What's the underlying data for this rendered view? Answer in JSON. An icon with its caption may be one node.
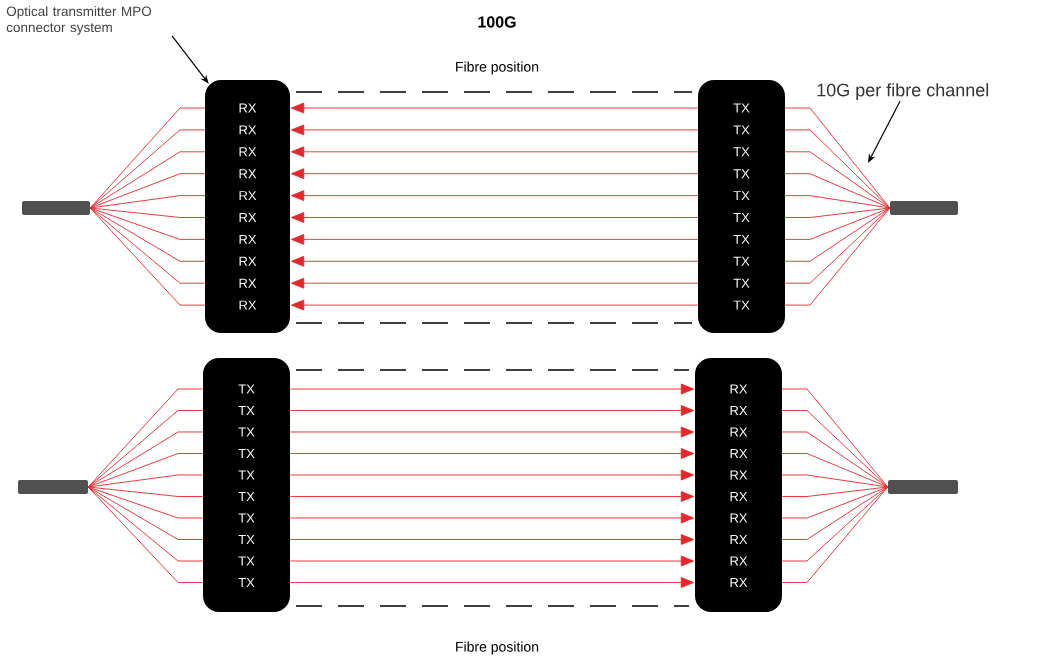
{
  "diagram": {
    "title": "100G",
    "nodes": [
      {
        "text": [
          "Optical transmitter MPO connector system"
        ]
      },
      {
        "text": [],
        "shape": "bar"
      },
      {
        "text": [
          "RX",
          "RX",
          "RX",
          "RX",
          "RX",
          "RX",
          "RX",
          "RX",
          "RX",
          "RX"
        ]
      },
      {
        "text": [
          "TX",
          "TX",
          "TX",
          "TX",
          "TX",
          "TX",
          "TX",
          "TX",
          "TX",
          "TX"
        ]
      },
      {
        "text": [],
        "shape": "bar"
      },
      {
        "text": [
          "10G per fibre channel"
        ]
      },
      {
        "text": [],
        "shape": "bar"
      },
      {
        "text": [
          "TX",
          "TX",
          "TX",
          "TX",
          "TX",
          "TX",
          "TX",
          "TX",
          "TX",
          "TX"
        ]
      },
      {
        "text": [
          "RX",
          "RX",
          "RX",
          "RX",
          "RX",
          "RX",
          "RX",
          "RX",
          "RX",
          "RX"
        ]
      },
      {
        "text": [],
        "shape": "bar"
      }
    ],
    "edges": [
      {
        "from": 0,
        "to": 2,
        "arrow": "to",
        "color": "#000000"
      },
      {
        "from": 5,
        "to": null,
        "arrow": "to",
        "color": "#000000"
      },
      {
        "from": 1,
        "to": 2,
        "arrow": "none"
      },
      {
        "from": 1,
        "to": 2,
        "arrow": "none"
      },
      {
        "from": 1,
        "to": 2,
        "arrow": "none"
      },
      {
        "from": 1,
        "to": 2,
        "arrow": "none"
      },
      {
        "from": 1,
        "to": 2,
        "arrow": "none"
      },
      {
        "from": 1,
        "to": 2,
        "arrow": "none"
      },
      {
        "from": 1,
        "to": 2,
        "arrow": "none"
      },
      {
        "from": 1,
        "to": 2,
        "arrow": "none"
      },
      {
        "from": 1,
        "to": 2,
        "arrow": "none"
      },
      {
        "from": 1,
        "to": 2,
        "arrow": "none"
      },
      {
        "from": 3,
        "to": 2,
        "arrow": "to"
      },
      {
        "from": 3,
        "to": 2,
        "arrow": "to"
      },
      {
        "from": 3,
        "to": 2,
        "arrow": "to"
      },
      {
        "from": 3,
        "to": 2,
        "arrow": "to"
      },
      {
        "from": 3,
        "to": 2,
        "arrow": "to"
      },
      {
        "from": 3,
        "to": 2,
        "arrow": "to"
      },
      {
        "from": 3,
        "to": 2,
        "arrow": "to"
      },
      {
        "from": 3,
        "to": 2,
        "arrow": "to"
      },
      {
        "from": 3,
        "to": 2,
        "arrow": "to"
      },
      {
        "from": 3,
        "to": 2,
        "arrow": "to"
      },
      {
        "from": 4,
        "to": 3,
        "arrow": "none"
      },
      {
        "from": 4,
        "to": 3,
        "arrow": "none"
      },
      {
        "from": 4,
        "to": 3,
        "arrow": "none"
      },
      {
        "from": 4,
        "to": 3,
        "arrow": "none"
      },
      {
        "from": 4,
        "to": 3,
        "arrow": "none"
      },
      {
        "from": 4,
        "to": 3,
        "arrow": "none"
      },
      {
        "from": 4,
        "to": 3,
        "arrow": "none"
      },
      {
        "from": 4,
        "to": 3,
        "arrow": "none"
      },
      {
        "from": 4,
        "to": 3,
        "arrow": "none"
      },
      {
        "from": 4,
        "to": 3,
        "arrow": "none"
      },
      {
        "from": 6,
        "to": 7,
        "arrow": "none"
      },
      {
        "from": 6,
        "to": 7,
        "arrow": "none"
      },
      {
        "from": 6,
        "to": 7,
        "arrow": "none"
      },
      {
        "from": 6,
        "to": 7,
        "arrow": "none"
      },
      {
        "from": 6,
        "to": 7,
        "arrow": "none"
      },
      {
        "from": 6,
        "to": 7,
        "arrow": "none"
      },
      {
        "from": 6,
        "to": 7,
        "arrow": "none"
      },
      {
        "from": 6,
        "to": 7,
        "arrow": "none"
      },
      {
        "from": 6,
        "to": 7,
        "arrow": "none"
      },
      {
        "from": 6,
        "to": 7,
        "arrow": "none"
      },
      {
        "from": 7,
        "to": 8,
        "arrow": "to"
      },
      {
        "from": 7,
        "to": 8,
        "arrow": "to"
      },
      {
        "from": 7,
        "to": 8,
        "arrow": "to"
      },
      {
        "from": 7,
        "to": 8,
        "arrow": "to"
      },
      {
        "from": 7,
        "to": 8,
        "arrow": "to"
      },
      {
        "from": 7,
        "to": 8,
        "arrow": "to"
      },
      {
        "from": 7,
        "to": 8,
        "arrow": "to"
      },
      {
        "from": 7,
        "to": 8,
        "arrow": "to"
      },
      {
        "from": 7,
        "to": 8,
        "arrow": "to"
      },
      {
        "from": 7,
        "to": 8,
        "arrow": "to"
      },
      {
        "from": 9,
        "to": 8,
        "arrow": "none"
      },
      {
        "from": 9,
        "to": 8,
        "arrow": "none"
      },
      {
        "from": 9,
        "to": 8,
        "arrow": "none"
      },
      {
        "from": 9,
        "to": 8,
        "arrow": "none"
      },
      {
        "from": 9,
        "to": 8,
        "arrow": "none"
      },
      {
        "from": 9,
        "to": 8,
        "arrow": "none"
      },
      {
        "from": 9,
        "to": 8,
        "arrow": "none"
      },
      {
        "from": 9,
        "to": 8,
        "arrow": "none"
      },
      {
        "from": 9,
        "to": 8,
        "arrow": "none"
      },
      {
        "from": 9,
        "to": 8,
        "arrow": "none"
      }
    ],
    "labels": [
      "Fibre position",
      "Fibre position"
    ]
  }
}
